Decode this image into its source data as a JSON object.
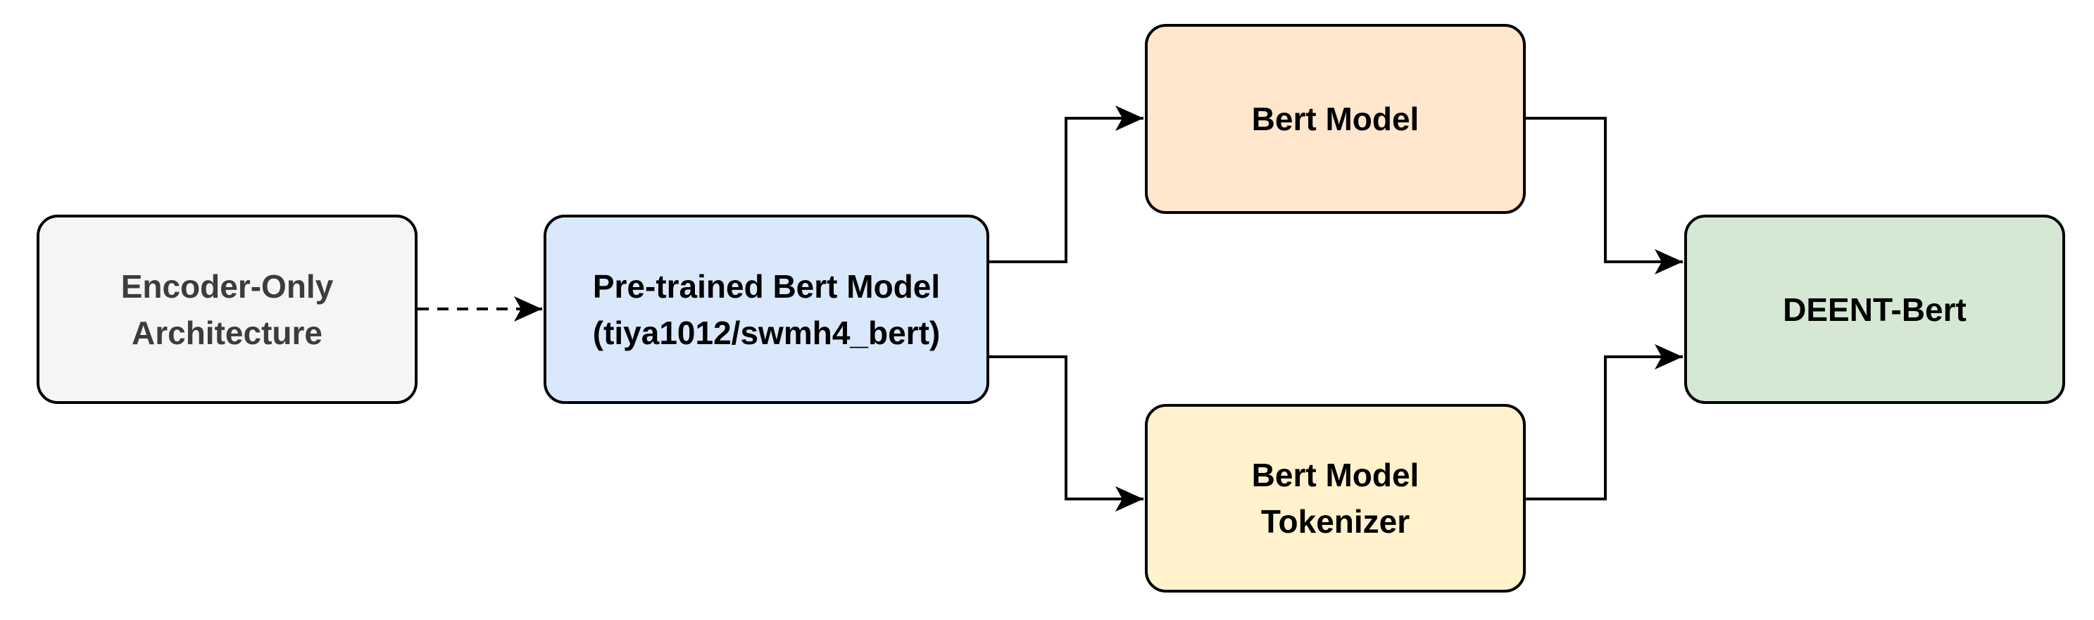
{
  "nodes": {
    "encoder_only": {
      "lines": [
        "Encoder-Only",
        "Architecture"
      ],
      "fill": "#f5f5f5",
      "text_color": "#3c3c3c"
    },
    "pretrained_bert": {
      "lines": [
        "Pre-trained Bert Model",
        "(tiya1012/swmh4_bert)"
      ],
      "fill": "#dae8fc",
      "text_color": "#000000"
    },
    "bert_model": {
      "lines": [
        "Bert Model"
      ],
      "fill": "#ffe6cc",
      "text_color": "#000000"
    },
    "bert_tokenizer": {
      "lines": [
        "Bert Model",
        "Tokenizer"
      ],
      "fill": "#fff2cc",
      "text_color": "#000000"
    },
    "deent_bert": {
      "lines": [
        "DEENT-Bert"
      ],
      "fill": "#d5e8d4",
      "text_color": "#000000"
    }
  },
  "edges": [
    {
      "from": "encoder_only",
      "to": "pretrained_bert",
      "style": "dashed"
    },
    {
      "from": "pretrained_bert",
      "to": "bert_model",
      "style": "solid"
    },
    {
      "from": "pretrained_bert",
      "to": "bert_tokenizer",
      "style": "solid"
    },
    {
      "from": "bert_model",
      "to": "deent_bert",
      "style": "solid"
    },
    {
      "from": "bert_tokenizer",
      "to": "deent_bert",
      "style": "solid"
    }
  ],
  "colors": {
    "stroke": "#000000",
    "background": "#ffffff"
  }
}
